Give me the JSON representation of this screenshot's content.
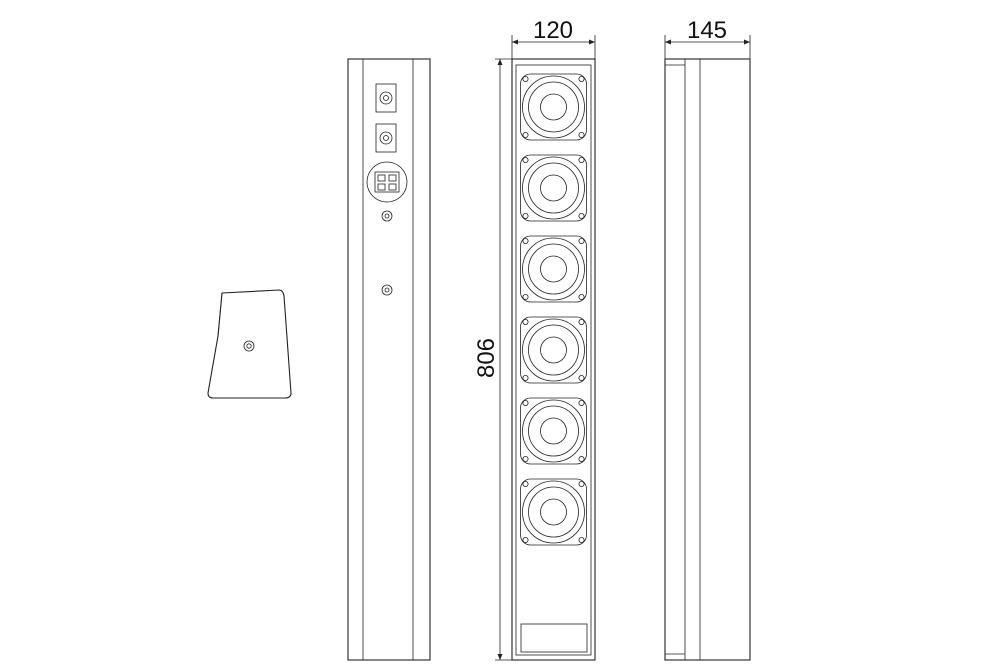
{
  "dimensions": {
    "width": "120",
    "depth": "145",
    "height": "806"
  },
  "views": {
    "front_driver_count": 6
  },
  "colors": {
    "line": "#222222",
    "background": "#ffffff"
  }
}
